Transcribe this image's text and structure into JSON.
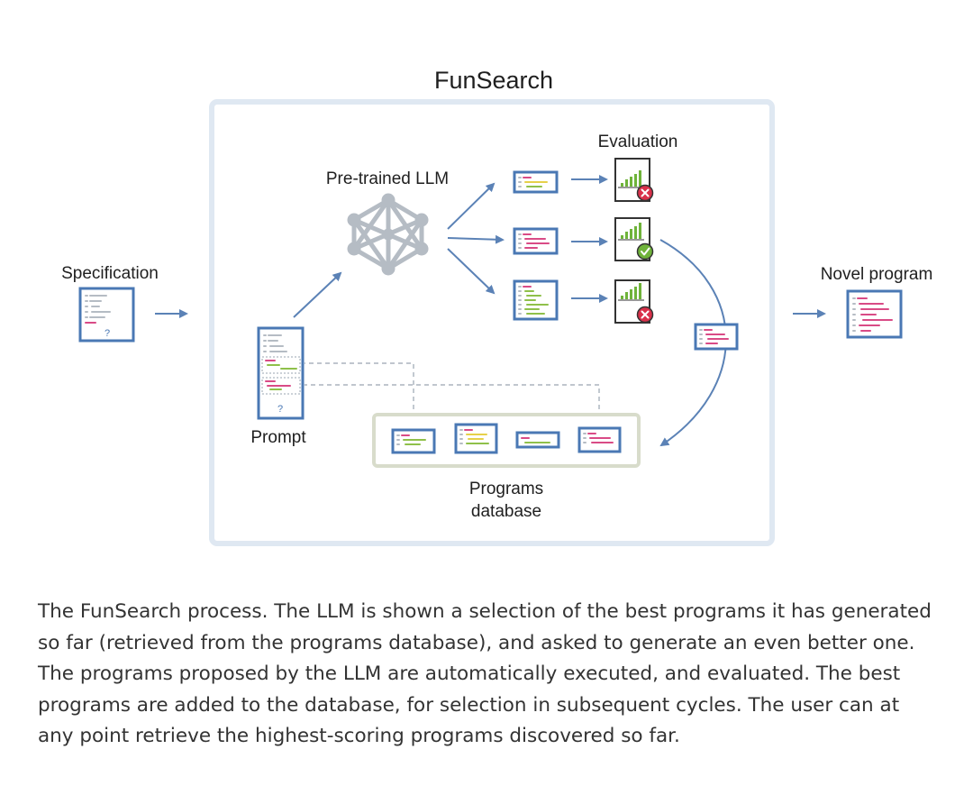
{
  "diagram": {
    "title": "FunSearch",
    "labels": {
      "specification": "Specification",
      "pretrained_llm": "Pre-trained LLM",
      "evaluation": "Evaluation",
      "novel_program": "Novel program",
      "prompt": "Prompt",
      "programs_database_line1": "Programs",
      "programs_database_line2": "database"
    },
    "question_mark": "?",
    "evaluation_results": [
      "fail",
      "pass",
      "fail"
    ],
    "icons": {
      "llm": "neural-network-icon",
      "evaluation": "bar-chart-document-icon",
      "fail": "red-x-badge-icon",
      "pass": "green-check-badge-icon"
    },
    "colors": {
      "frame": "#dfe8f2",
      "card_border": "#4a78b4",
      "arrow": "#5b82b6",
      "database_border": "#d8dccb",
      "fail": "#d9304a",
      "pass": "#6fb33a",
      "code_pink": "#d94b86",
      "code_green": "#8fc04a",
      "code_yellow": "#e6d04a",
      "code_grey": "#b5bcc4"
    }
  },
  "caption": "The FunSearch process. The LLM is shown a selection of the best programs it has generated so far (retrieved from the programs database), and asked to generate an even better one. The programs proposed by the LLM are automatically executed, and evaluated. The best programs are added to the database, for selection in subsequent cycles. The user can at any point retrieve the highest-scoring programs discovered so far."
}
